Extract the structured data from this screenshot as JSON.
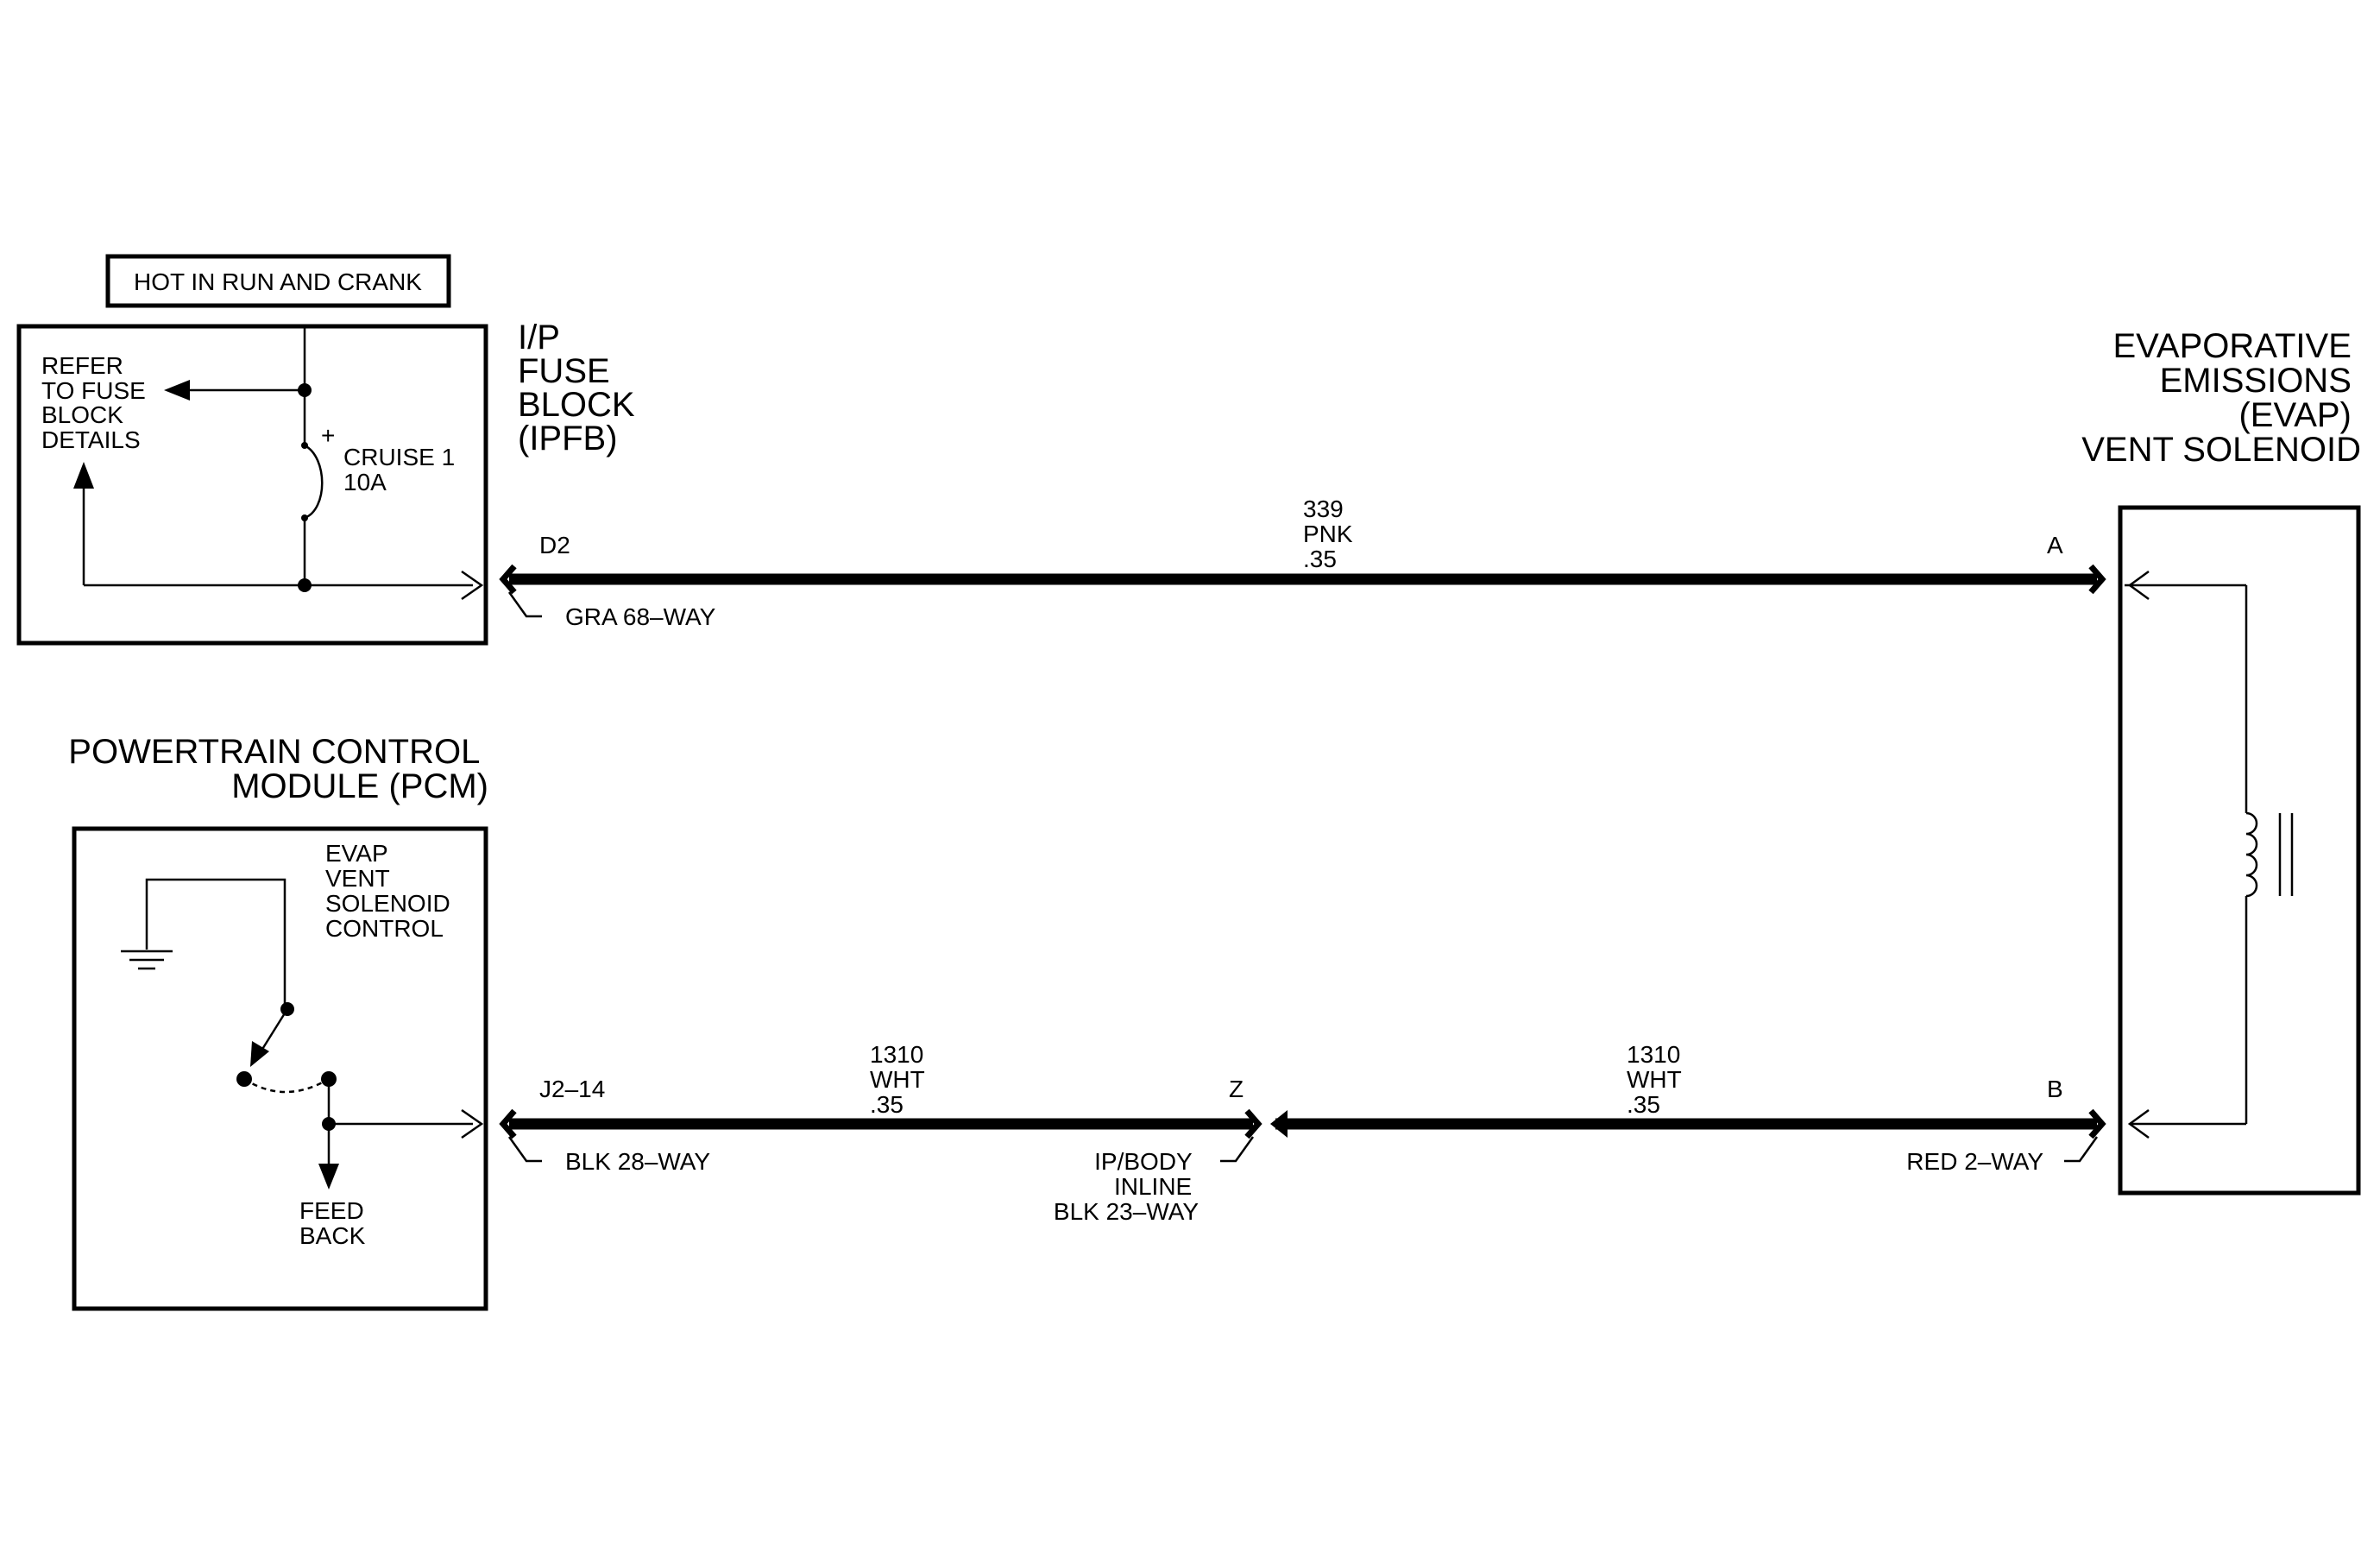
{
  "hot_box": {
    "label": "HOT IN RUN AND CRANK"
  },
  "fuse_block": {
    "refer_lines": [
      "REFER",
      "TO FUSE",
      "BLOCK",
      "DETAILS"
    ],
    "fuse_lines": [
      "CRUISE 1",
      "10A"
    ],
    "plus_mark": "+",
    "name_lines": [
      "I/P",
      "FUSE",
      "BLOCK",
      "(IPFB)"
    ]
  },
  "evap_solenoid": {
    "name_lines": [
      "EVAPORATIVE",
      "EMISSIONS",
      "(EVAP)",
      "VENT SOLENOID"
    ]
  },
  "pcm": {
    "name_lines": [
      "POWERTRAIN CONTROL",
      "MODULE (PCM)"
    ],
    "control_lines": [
      "EVAP",
      "VENT",
      "SOLENOID",
      "CONTROL"
    ],
    "feedback_lines": [
      "FEED",
      "BACK"
    ]
  },
  "wires": {
    "top": {
      "circuit_lines": [
        "339",
        "PNK",
        ".35"
      ],
      "left_pin": "D2",
      "right_pin": "A",
      "left_connector": "GRA 68–WAY"
    },
    "bottom_left": {
      "circuit_lines": [
        "1310",
        "WHT",
        ".35"
      ],
      "left_pin": "J2–14",
      "right_pin": "Z",
      "left_connector": "BLK 28–WAY",
      "inline_lines": [
        "IP/BODY",
        "INLINE",
        "BLK 23–WAY"
      ]
    },
    "bottom_right": {
      "circuit_lines": [
        "1310",
        "WHT",
        ".35"
      ],
      "right_pin": "B",
      "right_connector": "RED 2–WAY"
    }
  }
}
